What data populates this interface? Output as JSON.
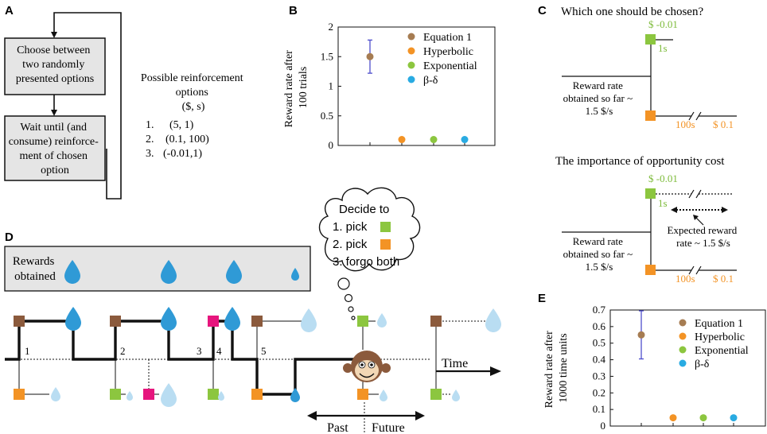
{
  "panel_labels": {
    "a": "A",
    "b": "B",
    "c": "C",
    "d": "D",
    "e": "E"
  },
  "panel_a": {
    "box1_lines": [
      "Choose between",
      "two randomly",
      "presented options"
    ],
    "box2_lines": [
      "Wait until (and",
      "consume) reinforce-",
      "ment of chosen",
      "option"
    ],
    "options_title_lines": [
      "Possible reinforcement",
      "options",
      "($, s)"
    ],
    "options": [
      {
        "num": "1.",
        "val": "(5, 1)"
      },
      {
        "num": "2.",
        "val": "(0.1, 100)"
      },
      {
        "num": "3.",
        "val": "(-0.01,1)"
      }
    ]
  },
  "panel_c": {
    "title1": "Which one should be chosen?",
    "title2": "The importance of opportunity cost",
    "green_value": "$ -0.01",
    "green_delay": "1s",
    "orange_value": "$ 0.1",
    "orange_delay": "100s",
    "reward_rate_lines": [
      "Reward rate",
      "obtained so far ~",
      "1.5 $/s"
    ],
    "expected_lines": [
      "Expected reward",
      "rate ~ 1.5 $/s"
    ]
  },
  "panel_d": {
    "rewards_label_lines": [
      "Rewards",
      "obtained"
    ],
    "thought_lines": [
      "Decide to",
      "1. pick",
      "2. pick",
      "3. forgo both"
    ],
    "numbers": [
      "1",
      "2",
      "3",
      "4",
      "5"
    ],
    "time_label": "Time",
    "past_label": "Past",
    "future_label": "Future"
  },
  "colors": {
    "brown": "#8b5a3c",
    "orange": "#f39325",
    "green": "#8cc63f",
    "blue": "#29abe2",
    "magenta": "#e6157d",
    "errorbar": "#4d4dcc",
    "drop": "#2f9ad6"
  },
  "chart_data": [
    {
      "id": "B",
      "type": "scatter",
      "ylabel": "Reward rate after 100 trials",
      "ylim": [
        0,
        2
      ],
      "yticks": [
        "0",
        "0.5",
        "1",
        "1.5",
        "2"
      ],
      "grid": false,
      "legend_position": "top-right",
      "series": [
        {
          "name": "Equation 1",
          "color": "#a67c52",
          "x": 1,
          "y": 1.5,
          "err": 0.28
        },
        {
          "name": "Hyperbolic",
          "color": "#f39325",
          "x": 2,
          "y": 0.1
        },
        {
          "name": "Exponential",
          "color": "#8cc63f",
          "x": 3,
          "y": 0.1
        },
        {
          "name": "β-δ",
          "color": "#29abe2",
          "x": 4,
          "y": 0.1
        }
      ]
    },
    {
      "id": "E",
      "type": "scatter",
      "ylabel": "Reward rate after 1000 time units",
      "ylim": [
        0,
        0.7
      ],
      "yticks": [
        "0",
        "0.1",
        "0.2",
        "0.3",
        "0.4",
        "0.5",
        "0.6",
        "0.7"
      ],
      "grid": false,
      "legend_position": "top-right",
      "series": [
        {
          "name": "Equation 1",
          "color": "#a67c52",
          "x": 1,
          "y": 0.55,
          "err": 0.145
        },
        {
          "name": "Hyperbolic",
          "color": "#f39325",
          "x": 2,
          "y": 0.05
        },
        {
          "name": "Exponential",
          "color": "#8cc63f",
          "x": 3,
          "y": 0.05
        },
        {
          "name": "β-δ",
          "color": "#29abe2",
          "x": 4,
          "y": 0.05
        }
      ]
    }
  ]
}
